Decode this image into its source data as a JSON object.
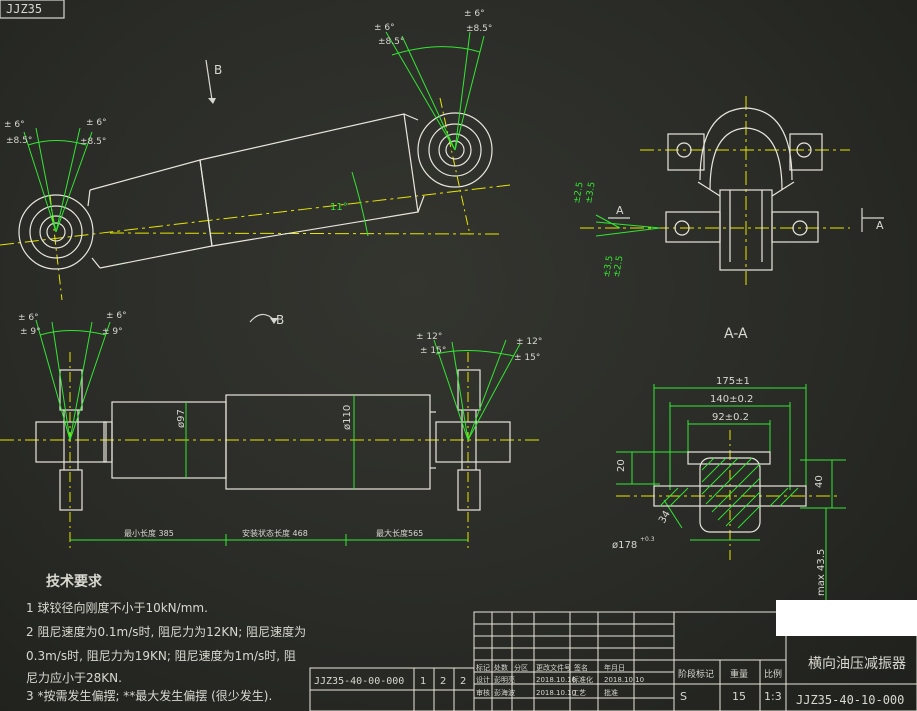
{
  "colors": {
    "background": "#2a2b27",
    "outline": "#e8e6dc",
    "centerline": "#e6e600",
    "dimension": "#33e633",
    "text": "#d8d8d0"
  },
  "title_tab": "JJZ35",
  "view_labels": {
    "arrow_b": "B",
    "view_b": "B",
    "section_aa": "A-A",
    "section_a_left": "A",
    "section_a_right": "A"
  },
  "top_view": {
    "angle_label": "11°",
    "left_tol_1": "± 6°",
    "left_tol_2": "±8.5°",
    "left_tol_3": "± 6°",
    "left_tol_4": "±8.5°",
    "right_tol_1": "± 6°",
    "right_tol_2": "±8.5°",
    "right_tol_3": "± 6°",
    "right_tol_4": "±8.5°"
  },
  "section_view": {
    "dim_1": "±2.5",
    "dim_2": "±3.5",
    "dim_3": "±2.5",
    "dim_4": "±3.5"
  },
  "side_view": {
    "left_tol_1": "± 6°",
    "left_tol_2": "± 9°",
    "left_tol_3": "± 6°",
    "left_tol_4": "± 9°",
    "right_tol_1": "± 12°",
    "right_tol_2": "± 15°",
    "right_tol_3": "± 12°",
    "right_tol_4": "± 15°",
    "dia_small": "ø97",
    "dia_large": "ø110",
    "len_min": "最小长度 385",
    "len_mid": "安装状态长度 468",
    "len_max": "最大长度565"
  },
  "detail_view": {
    "dim_175": "175±1",
    "dim_140": "140±0.2",
    "dim_92": "92±0.2",
    "dim_20": "20",
    "dim_40": "40",
    "dim_34": "34",
    "dim_dia": "ø178",
    "dim_dia_tol": "+0.3",
    "dim_max": "max 43.5"
  },
  "tech_req": {
    "heading": "技术要求",
    "line1": "1 球铰径向刚度不小于10kN/mm.",
    "line2": "2 阻尼速度为0.1m/s时, 阻尼力为12KN; 阻尼速度为",
    "line3": "0.3m/s时, 阻尼力为19KN; 阻尼速度为1m/s时, 阻",
    "line4": "尼力应小于28KN.",
    "line5": "3 *按需发生偏摆; **最大发生偏摆 (很少发生)."
  },
  "title_block": {
    "part_number_left": "JJZ35-40-00-000",
    "qty_1": "1",
    "qty_2": "2",
    "qty_3": "2",
    "hdr_mark": "标记",
    "hdr_count": "处数",
    "hdr_zone": "分区",
    "hdr_docno": "更改文件号",
    "hdr_sign": "签名",
    "hdr_date": "年月日",
    "row_design": "设计",
    "row_design_name": "彭明亮",
    "row_design_date": "2018.10.10",
    "row_std": "标准化",
    "row_std_date": "2018.10.10",
    "row_craft": "工艺",
    "row_check": "审核",
    "row_check_name": "彭海波",
    "row_check_date": "2018.10.10",
    "row_approve": "批准",
    "stage_mark": "阶段标记",
    "weight": "重量",
    "scale": "比例",
    "stage_value": "S",
    "weight_value": "15",
    "scale_value": "1:3",
    "drawing_title": "横向油压减振器",
    "drawing_number": "JJZ35-40-10-000"
  }
}
